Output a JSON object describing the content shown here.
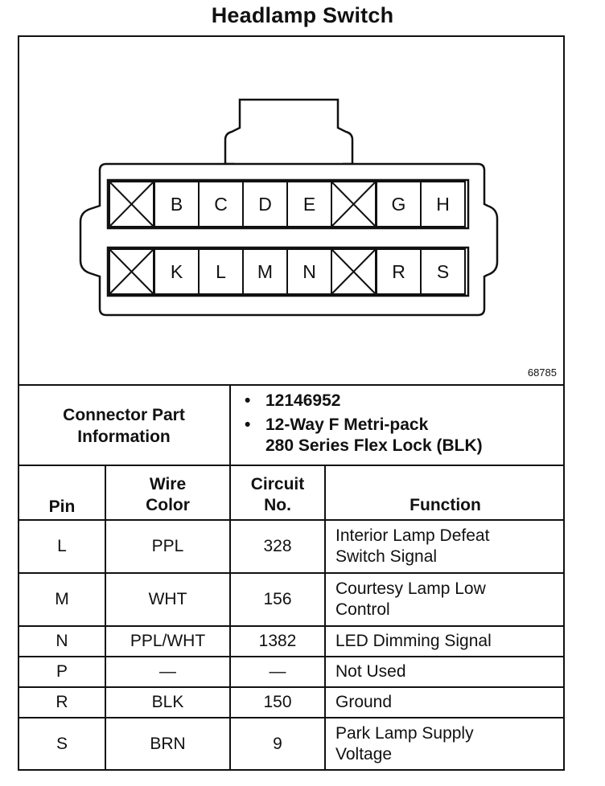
{
  "title": "Headlamp Switch",
  "figure_number": "68785",
  "connector": {
    "top_row": [
      "",
      "B",
      "C",
      "D",
      "E",
      "",
      "G",
      "H"
    ],
    "bottom_row": [
      "",
      "K",
      "L",
      "M",
      "N",
      "",
      "R",
      "S"
    ],
    "blank_cavity_icon": "x-mark-icon"
  },
  "connector_part": {
    "label_line1": "Connector Part",
    "label_line2": "Information",
    "part_number": "12146952",
    "description_line1": "12-Way F Metri-pack",
    "description_line2": "280 Series Flex Lock (BLK)",
    "bullet": "•"
  },
  "table": {
    "headers": {
      "pin": "Pin",
      "wire_color_line1": "Wire",
      "wire_color_line2": "Color",
      "circuit_line1": "Circuit",
      "circuit_line2": "No.",
      "function": "Function"
    },
    "rows": [
      {
        "pin": "L",
        "wire": "PPL",
        "circuit": "328",
        "function_line1": "Interior Lamp Defeat",
        "function_line2": "Switch Signal"
      },
      {
        "pin": "M",
        "wire": "WHT",
        "circuit": "156",
        "function_line1": "Courtesy Lamp Low",
        "function_line2": "Control"
      },
      {
        "pin": "N",
        "wire": "PPL/WHT",
        "circuit": "1382",
        "function_line1": "LED Dimming Signal",
        "function_line2": ""
      },
      {
        "pin": "P",
        "wire": "—",
        "circuit": "—",
        "function_line1": "Not Used",
        "function_line2": ""
      },
      {
        "pin": "R",
        "wire": "BLK",
        "circuit": "150",
        "function_line1": "Ground",
        "function_line2": ""
      },
      {
        "pin": "S",
        "wire": "BRN",
        "circuit": "9",
        "function_line1": "Park Lamp Supply",
        "function_line2": "Voltage"
      }
    ]
  }
}
